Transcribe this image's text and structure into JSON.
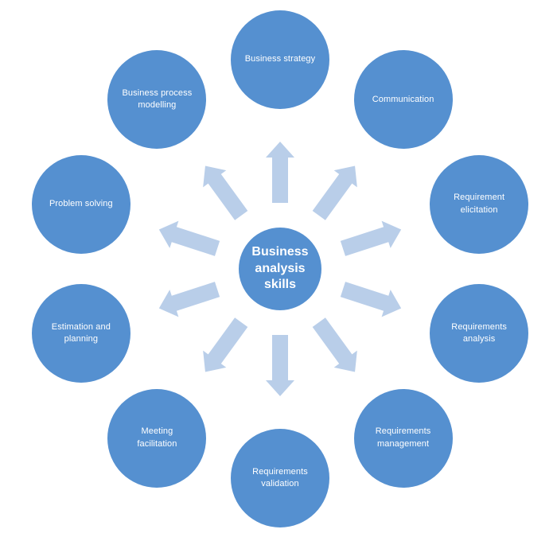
{
  "diagram": {
    "type": "radial-hub-and-spoke",
    "center_label": "Business analysis skills",
    "nodes": [
      {
        "label": "Business strategy"
      },
      {
        "label": "Communication"
      },
      {
        "label": "Requirement elicitation"
      },
      {
        "label": "Requirements analysis"
      },
      {
        "label": "Requirements management"
      },
      {
        "label": "Requirements validation"
      },
      {
        "label": "Meeting facilitation"
      },
      {
        "label": "Estimation and planning"
      },
      {
        "label": "Problem solving"
      },
      {
        "label": "Business process modelling"
      }
    ],
    "colors": {
      "node_fill": "#5590d0",
      "arrow_fill": "#b9cee9",
      "label_text": "#ffffff",
      "background": "#ffffff"
    }
  }
}
